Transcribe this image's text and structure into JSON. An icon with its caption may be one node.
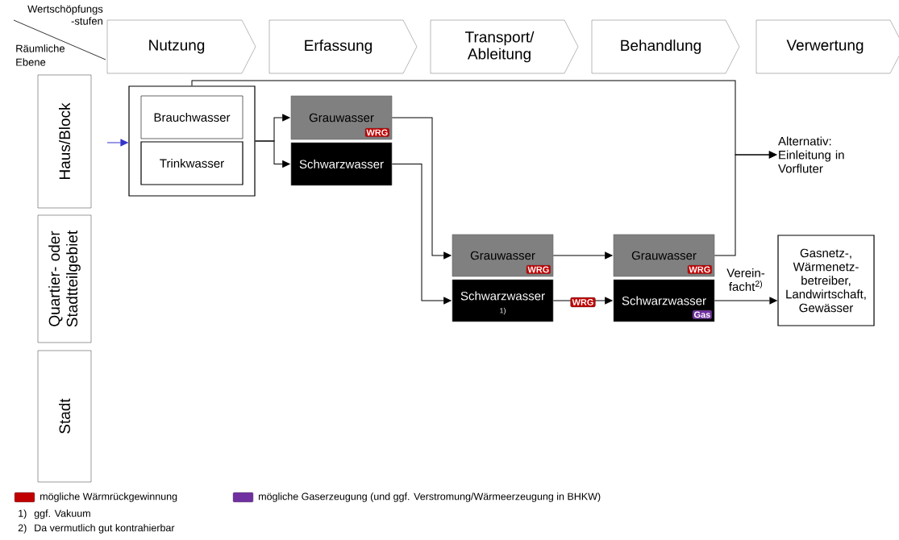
{
  "diagram": {
    "nodes": [
      {
        "text": [
          "Nutzung"
        ]
      },
      {
        "text": [
          "Erfassung"
        ]
      },
      {
        "text": [
          "Transport/ Ableitung"
        ]
      },
      {
        "text": [
          "Behandlung"
        ]
      },
      {
        "text": [
          "Verwertung"
        ]
      },
      {
        "text": [
          "Haus/Block"
        ]
      },
      {
        "text": [
          "Quartier- oder Stadtteilgebiet"
        ]
      },
      {
        "text": [
          "Stadt"
        ]
      },
      {
        "text": [],
        "shape": "box"
      },
      {
        "text": [
          "Brauchwasser"
        ],
        "in": 8
      },
      {
        "text": [
          "Trinkwasser"
        ],
        "in": 8
      },
      {
        "text": [
          "Grauwasser",
          "WRG"
        ]
      },
      {
        "text": [
          "Schwarzwasser"
        ]
      },
      {
        "text": [
          "Grauwasser",
          "WRG"
        ]
      },
      {
        "text": [
          "Schwarzwasser",
          "1)"
        ]
      },
      {
        "text": [
          "Grauwasser",
          "WRG"
        ]
      },
      {
        "text": [
          "Schwarzwasser",
          "Gas"
        ]
      },
      {
        "text": [
          "Alternativ: Einleitung in Vorfluter"
        ]
      },
      {
        "text": [
          "Gasnetz-, Wärmenetz-betreiber, Landwirtschaft, Gewässer"
        ]
      }
    ],
    "edges": [
      {
        "from": null,
        "to": 8,
        "arrow": "to",
        "color": "#3333cc"
      },
      {
        "from": 8,
        "to": 11,
        "arrow": "to"
      },
      {
        "from": 8,
        "to": 12,
        "arrow": "to"
      },
      {
        "from": 11,
        "to": 13,
        "arrow": "to"
      },
      {
        "from": 12,
        "to": 14,
        "arrow": "to"
      },
      {
        "from": 13,
        "to": 15,
        "arrow": "to"
      },
      {
        "from": 14,
        "to": 16,
        "arrow": "to",
        "label": "WRG"
      },
      {
        "from": 8,
        "to": 17,
        "arrow": "to"
      },
      {
        "from": 15,
        "to": 17,
        "arrow": "to"
      },
      {
        "from": 16,
        "to": 18,
        "arrow": "to",
        "label": "Verein- facht$^{2)}$"
      }
    ],
    "labels": [
      "Wertschöpfungs -stufen",
      "Räumliche Ebene",
      "1)",
      "ggf. Vakuum",
      "2)",
      "Da vermutlich gut kontrahierbar"
    ],
    "legend": [
      {
        "text": "mögliche Wärmrückgewinnung",
        "color": "#c00000"
      },
      {
        "text": "mögliche Gaserzeugung (und ggf. Verstromung/Wärmeerzeugung in BHKW)",
        "color": "#7030a0"
      }
    ]
  }
}
